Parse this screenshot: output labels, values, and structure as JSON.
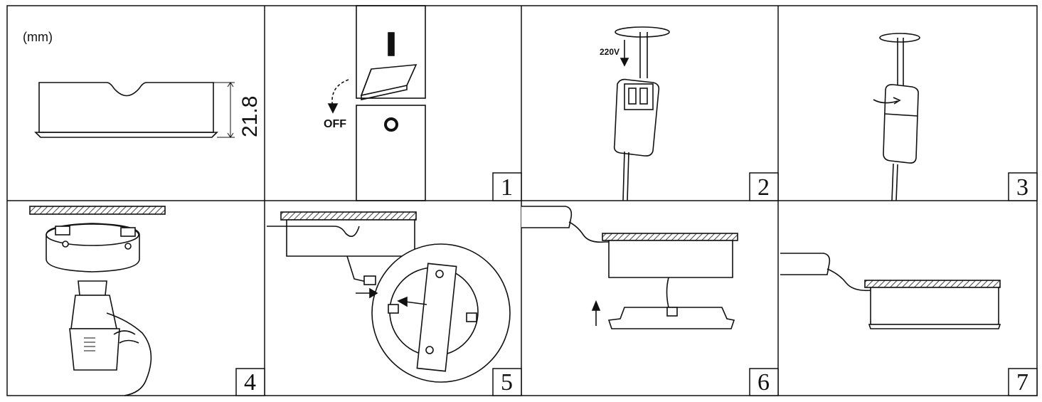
{
  "header": {
    "unit_label": "(mm)",
    "dimension_label": "21.8"
  },
  "steps": {
    "s1": {
      "number": "1",
      "annotation": "OFF"
    },
    "s2": {
      "number": "2",
      "annotation": "220V"
    },
    "s3": {
      "number": "3"
    },
    "s4": {
      "number": "4"
    },
    "s5": {
      "number": "5"
    },
    "s6": {
      "number": "6"
    },
    "s7": {
      "number": "7"
    }
  },
  "colors": {
    "line": "#111111",
    "hatch": "#555555",
    "background": "#ffffff"
  }
}
